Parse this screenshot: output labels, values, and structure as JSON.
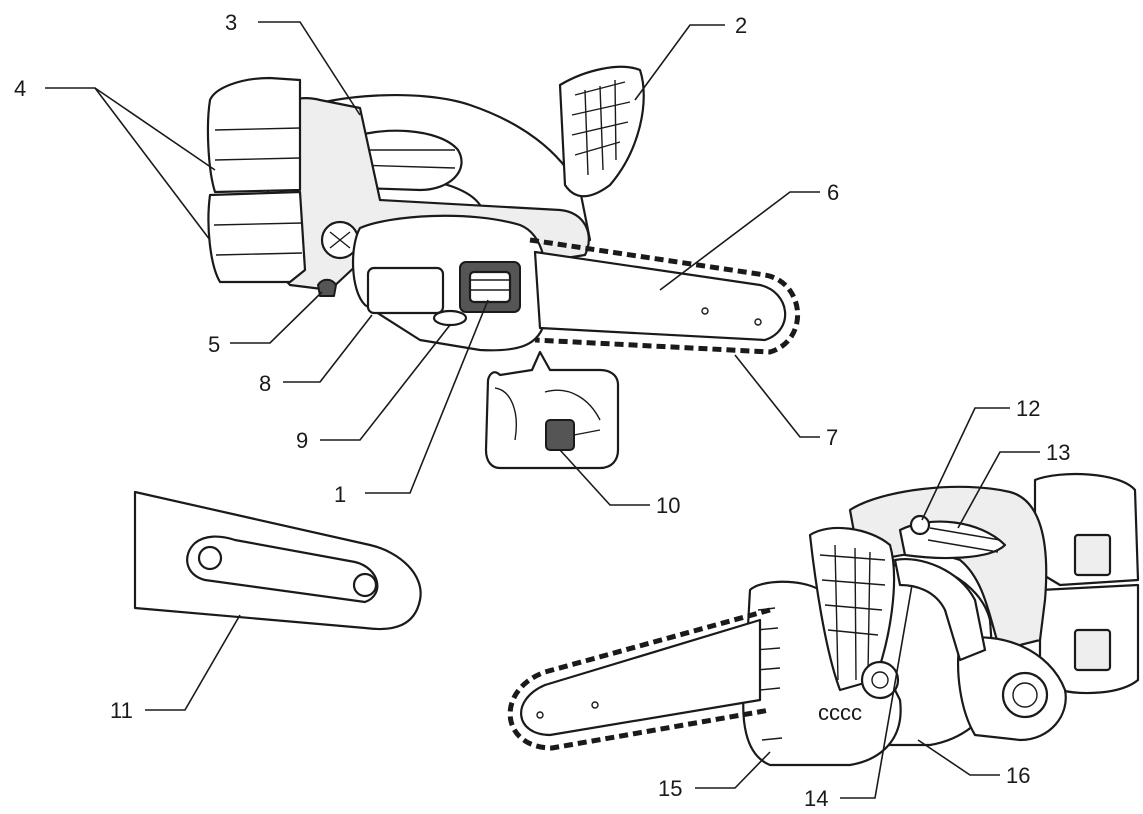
{
  "callouts": [
    {
      "id": "c1",
      "label": "1"
    },
    {
      "id": "c2",
      "label": "2"
    },
    {
      "id": "c3",
      "label": "3"
    },
    {
      "id": "c4",
      "label": "4"
    },
    {
      "id": "c5",
      "label": "5"
    },
    {
      "id": "c6",
      "label": "6"
    },
    {
      "id": "c7",
      "label": "7"
    },
    {
      "id": "c8",
      "label": "8"
    },
    {
      "id": "c9",
      "label": "9"
    },
    {
      "id": "c10",
      "label": "10"
    },
    {
      "id": "c11",
      "label": "11"
    },
    {
      "id": "c12",
      "label": "12"
    },
    {
      "id": "c13",
      "label": "13"
    },
    {
      "id": "c14",
      "label": "14"
    },
    {
      "id": "c15",
      "label": "15"
    },
    {
      "id": "c16",
      "label": "16"
    }
  ],
  "product_marking": "cccc"
}
